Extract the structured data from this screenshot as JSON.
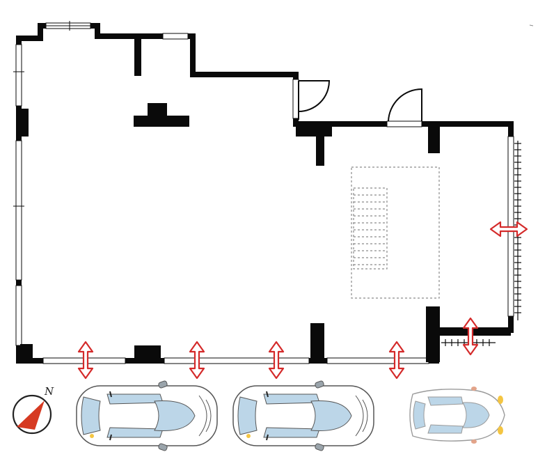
{
  "compass": {
    "label": "N"
  },
  "colors": {
    "wall": "#0a0a0a",
    "arrow": "#d42a2a",
    "dashed": "#8a8a8a",
    "car_glass": "#bcd6e8",
    "car_body": "#ffffff",
    "car_outline": "#555555",
    "compass_needle": "#d63a22"
  },
  "cars": [
    {
      "name": "car-left",
      "style": "sedan"
    },
    {
      "name": "car-middle",
      "style": "sedan"
    },
    {
      "name": "car-right",
      "style": "compact"
    }
  ]
}
